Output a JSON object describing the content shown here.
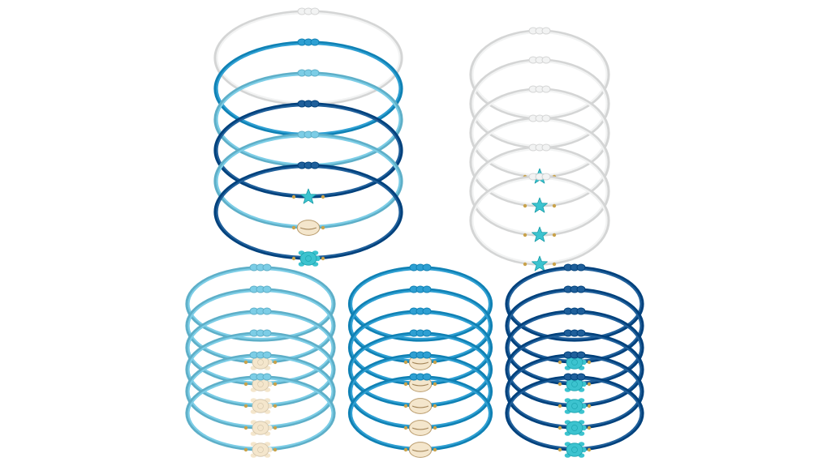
{
  "product": {
    "description_icon": "beach-bracelet-set-photo",
    "colors": {
      "white": "#f2f3f3",
      "light_blue": "#7ccde6",
      "mid_blue": "#2e9fd2",
      "dark_blue": "#1f5f9a",
      "turquoise": "#3cc3cf",
      "shell": "#f4e6cc",
      "bead": "#c9a24a"
    },
    "groups": [
      {
        "name": "mixed-set",
        "count": 6,
        "charms": [
          "none",
          "none",
          "none",
          "starfish",
          "shell",
          "turtle"
        ]
      },
      {
        "name": "white-starfish-set",
        "count": 6,
        "charm": "starfish"
      },
      {
        "name": "light-blue-turtle-set",
        "count": 6,
        "charm": "turtle"
      },
      {
        "name": "blue-shell-set",
        "count": 6,
        "charm": "shell"
      },
      {
        "name": "dark-blue-turtle-set",
        "count": 6,
        "charm": "turtle"
      }
    ]
  }
}
